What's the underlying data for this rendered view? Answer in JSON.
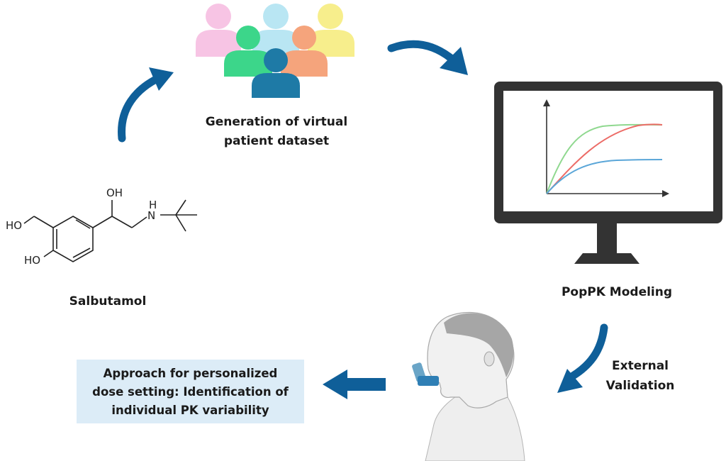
{
  "nodes": {
    "virtual_patients": {
      "label_lines": [
        "Generation of virtual",
        "patient dataset"
      ]
    },
    "molecule": {
      "name": "Salbutamol",
      "atoms": {
        "hydroxyl_top": "OH",
        "hydroxyl_left": "HO",
        "hydroxyl_bottom": "HO",
        "amine": "H",
        "amine_n": "N"
      }
    },
    "modeling": {
      "label": "PopPK Modeling"
    },
    "validation": {
      "label_lines": [
        "External",
        "Validation"
      ]
    },
    "outcome": {
      "label_lines": [
        "Approach for personalized",
        "dose setting: Identification of",
        "individual PK variability"
      ]
    }
  },
  "colors": {
    "arrow": "#0f5f99",
    "outcome_box": "#dcecf7",
    "person_pink": "#f7c4e4",
    "person_light_blue": "#b9e6f3",
    "person_yellow": "#f7ee8c",
    "person_green": "#3cd68a",
    "person_orange": "#f5a47c",
    "person_dark_blue": "#1e7aa6",
    "curve_green": "#8fd88f",
    "curve_red": "#ec6b66",
    "curve_blue": "#5aa6d8",
    "monitor": "#333333"
  },
  "icons": {
    "people": "people-group-icon",
    "monitor": "computer-monitor-icon",
    "inhaler": "person-using-inhaler-icon"
  }
}
